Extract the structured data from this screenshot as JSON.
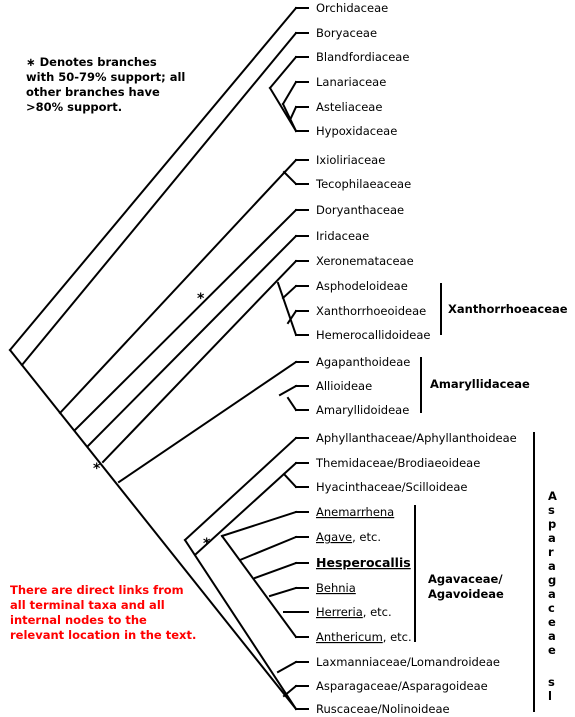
{
  "notes": {
    "support": "∗ Denotes branches with 50-79% support; all other branches have >80% support.",
    "links": "There are direct links from all terminal taxa and all internal nodes to the relevant location in the text."
  },
  "support_marker": "*",
  "taxa": [
    {
      "id": "orchidaceae",
      "label": "Orchidaceae",
      "link": false
    },
    {
      "id": "boryaceae",
      "label": "Boryaceae",
      "link": false
    },
    {
      "id": "blandfordiaceae",
      "label": "Blandfordiaceae",
      "link": false
    },
    {
      "id": "lanariaceae",
      "label": "Lanariaceae",
      "link": false
    },
    {
      "id": "asteliaceae",
      "label": "Asteliaceae",
      "link": false
    },
    {
      "id": "hypoxidaceae",
      "label": "Hypoxidaceae",
      "link": false
    },
    {
      "id": "ixioliriaceae",
      "label": "Ixioliriaceae",
      "link": false
    },
    {
      "id": "tecophilaeaceae",
      "label": "Tecophilaeaceae",
      "link": false
    },
    {
      "id": "doryanthaceae",
      "label": "Doryanthaceae",
      "link": false
    },
    {
      "id": "iridaceae",
      "label": "Iridaceae",
      "link": false
    },
    {
      "id": "xeronemataceae",
      "label": "Xeronemataceae",
      "link": false
    },
    {
      "id": "asphodeloideae",
      "label": "Asphodeloideae",
      "link": false
    },
    {
      "id": "xanthorrhoeoideae",
      "label": "Xanthorrhoeoideae",
      "link": false
    },
    {
      "id": "hemerocallidoideae",
      "label": "Hemerocallidoideae",
      "link": false
    },
    {
      "id": "agapanthoideae",
      "label": "Agapanthoideae",
      "link": false
    },
    {
      "id": "allioideae",
      "label": "Allioideae",
      "link": false
    },
    {
      "id": "amaryllidoideae",
      "label": "Amaryllidoideae",
      "link": false
    },
    {
      "id": "aphyllanthaceae",
      "label": "Aphyllanthaceae/Aphyllanthoideae",
      "link": false
    },
    {
      "id": "themidaceae",
      "label": "Themidaceae/Brodiaeoideae",
      "link": false
    },
    {
      "id": "hyacinthaceae",
      "label": "Hyacinthaceae/Scilloideae",
      "link": false
    },
    {
      "id": "anemarrhena",
      "label": "Anemarrhena",
      "link": true
    },
    {
      "id": "agave",
      "label": "Agave",
      "suffix": ", etc.",
      "link": true
    },
    {
      "id": "hesperocallis",
      "label": "Hesperocallis",
      "link": true,
      "bold": true
    },
    {
      "id": "behnia",
      "label": "Behnia",
      "link": true
    },
    {
      "id": "herreria",
      "label": "Herreria",
      "suffix": ", etc.",
      "link": true
    },
    {
      "id": "anthericum",
      "label": "Anthericum",
      "suffix": ", etc.",
      "link": true
    },
    {
      "id": "laxmanniaceae",
      "label": "Laxmanniaceae/Lomandroideae",
      "link": false
    },
    {
      "id": "asparagaceae-sub",
      "label": "Asparagaceae/Asparagoideae",
      "link": false
    },
    {
      "id": "ruscaceae",
      "label": "Ruscaceae/Nolinoideae",
      "link": false
    }
  ],
  "groups": {
    "xanthorrhoeaceae": "Xanthorrhoeaceae",
    "amaryllidaceae": "Amaryllidaceae",
    "agavaceae_line1": "Agavaceae/",
    "agavaceae_line2": "Agavoideae",
    "asparagaceae_sl": "Asparagaceae sl"
  }
}
